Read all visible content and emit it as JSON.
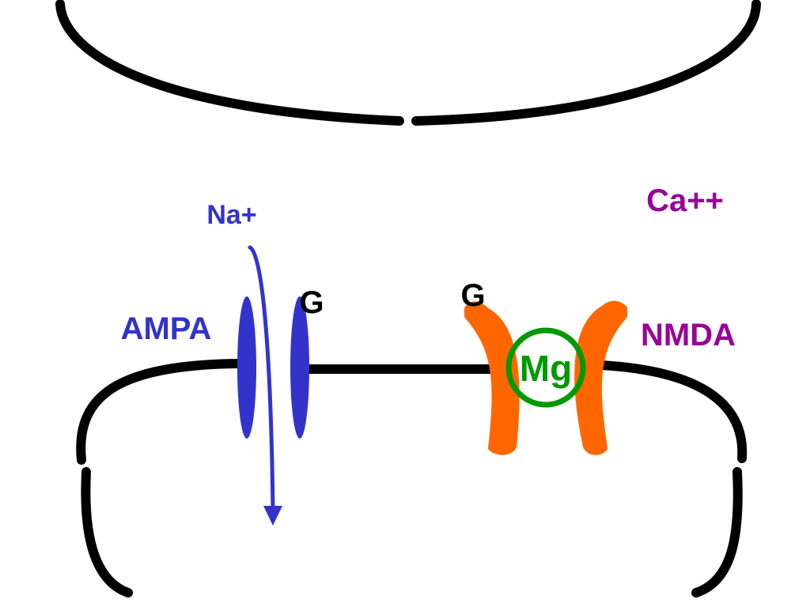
{
  "labels": {
    "sodium": "Na+",
    "calcium": "Ca++",
    "ampa": "AMPA",
    "nmda": "NMDA",
    "glutamate_ampa": "G",
    "glutamate_nmda": "G",
    "magnesium": "Mg"
  },
  "colors": {
    "membrane": "#000000",
    "ampa": "#3333cc",
    "nmda_text": "#990099",
    "nmda_channel": "#ff6600",
    "magnesium": "#009900",
    "glutamate": "#000000"
  }
}
